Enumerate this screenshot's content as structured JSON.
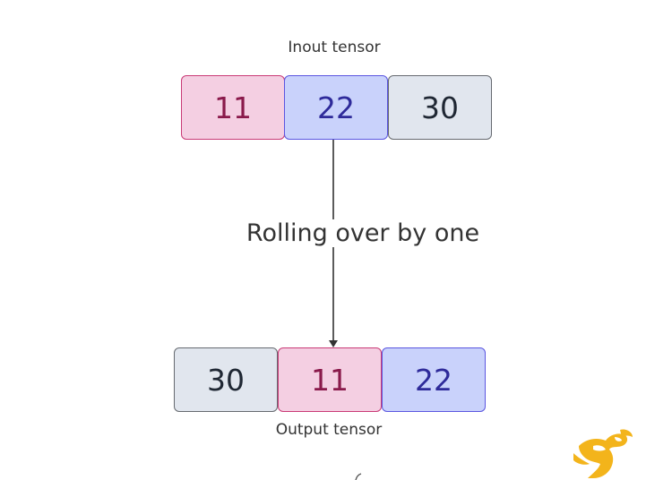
{
  "diagram": {
    "input": {
      "caption": "Inout tensor",
      "cells": [
        {
          "value": "11",
          "style": "pink"
        },
        {
          "value": "22",
          "style": "blue"
        },
        {
          "value": "30",
          "style": "gray"
        }
      ]
    },
    "edge_label": "Rolling over by one",
    "output": {
      "caption": "Output tensor",
      "cells": [
        {
          "value": "30",
          "style": "gray"
        },
        {
          "value": "11",
          "style": "pink"
        },
        {
          "value": "22",
          "style": "blue"
        }
      ]
    }
  },
  "colors": {
    "pink_fill": "#f4cfe2",
    "pink_border": "#c93a76",
    "blue_fill": "#c9d2fb",
    "blue_border": "#5b56e0",
    "gray_fill": "#e1e6ee",
    "gray_border": "#666a70",
    "logo": "#f3b41b"
  },
  "logo": {
    "icon": "mascot-logo-icon"
  }
}
